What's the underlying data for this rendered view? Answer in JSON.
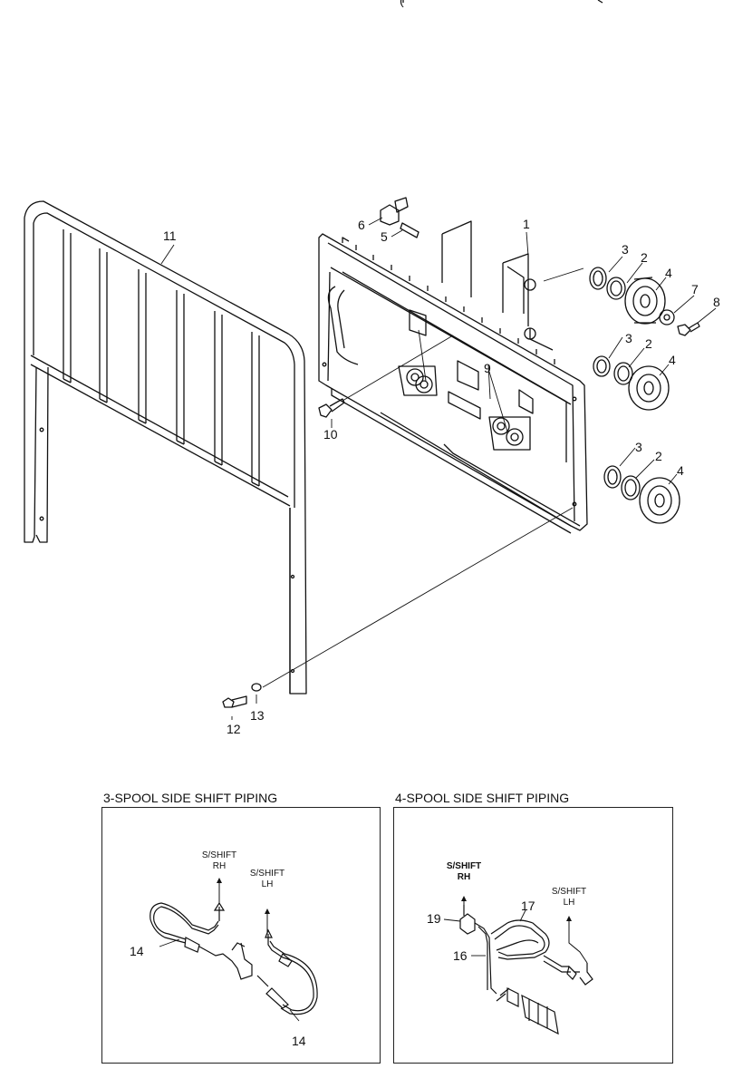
{
  "header": {
    "fragment": "("
  },
  "main_callouts": {
    "c1": "1",
    "c2a": "2",
    "c2b": "2",
    "c2c": "2",
    "c3a": "3",
    "c3b": "3",
    "c3c": "3",
    "c4a": "4",
    "c4b": "4",
    "c4c": "4",
    "c5": "5",
    "c6": "6",
    "c7": "7",
    "c8": "8",
    "c9": "9",
    "c10": "10",
    "c11": "11",
    "c12": "12",
    "c13": "13"
  },
  "panel_3spool": {
    "title": "3-SPOOL SIDE SHIFT PIPING",
    "rh_line1": "S/SHIFT",
    "rh_line2": "RH",
    "lh_line1": "S/SHIFT",
    "lh_line2": "LH",
    "callout_a": "14",
    "callout_b": "14"
  },
  "panel_4spool": {
    "title": "4-SPOOL SIDE SHIFT PIPING",
    "rh_line1": "S/SHIFT",
    "rh_line2": "RH",
    "lh_line1": "S/SHIFT",
    "lh_line2": "LH",
    "callout_16": "16",
    "callout_17": "17",
    "callout_19": "19"
  }
}
